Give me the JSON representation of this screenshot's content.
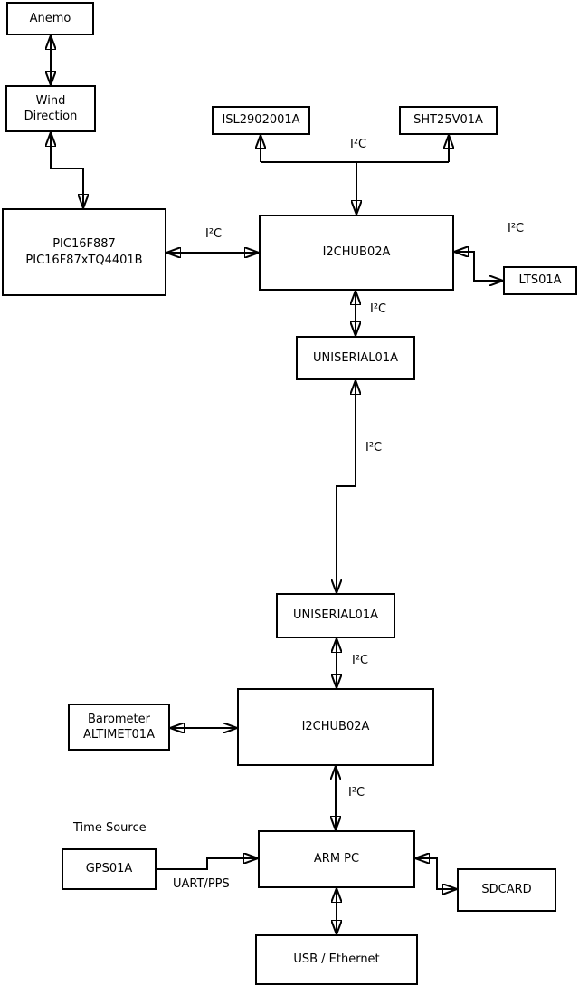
{
  "nodes": {
    "anemo": "Anemo",
    "wind_direction": "Wind\nDirection",
    "pic": "PIC16F887\nPIC16F87xTQ4401B",
    "isl": "ISL2902001A",
    "sht": "SHT25V01A",
    "i2chub_top": "I2CHUB02A",
    "lts": "LTS01A",
    "uniserial_top": "UNISERIAL01A",
    "uniserial_bottom": "UNISERIAL01A",
    "barometer": "Barometer\nALTIMET01A",
    "i2chub_bottom": "I2CHUB02A",
    "gps": "GPS01A",
    "arm_pc": "ARM PC",
    "sdcard": "SDCARD",
    "usb_ethernet": "USB / Ethernet"
  },
  "edge_labels": {
    "i2c": "I²C",
    "time_source": "Time Source",
    "uart_pps": "UART/PPS"
  },
  "colors": {
    "line": "#000000",
    "box_background": "#ffffff",
    "text": "#000000",
    "page_background": "#ffffff"
  }
}
